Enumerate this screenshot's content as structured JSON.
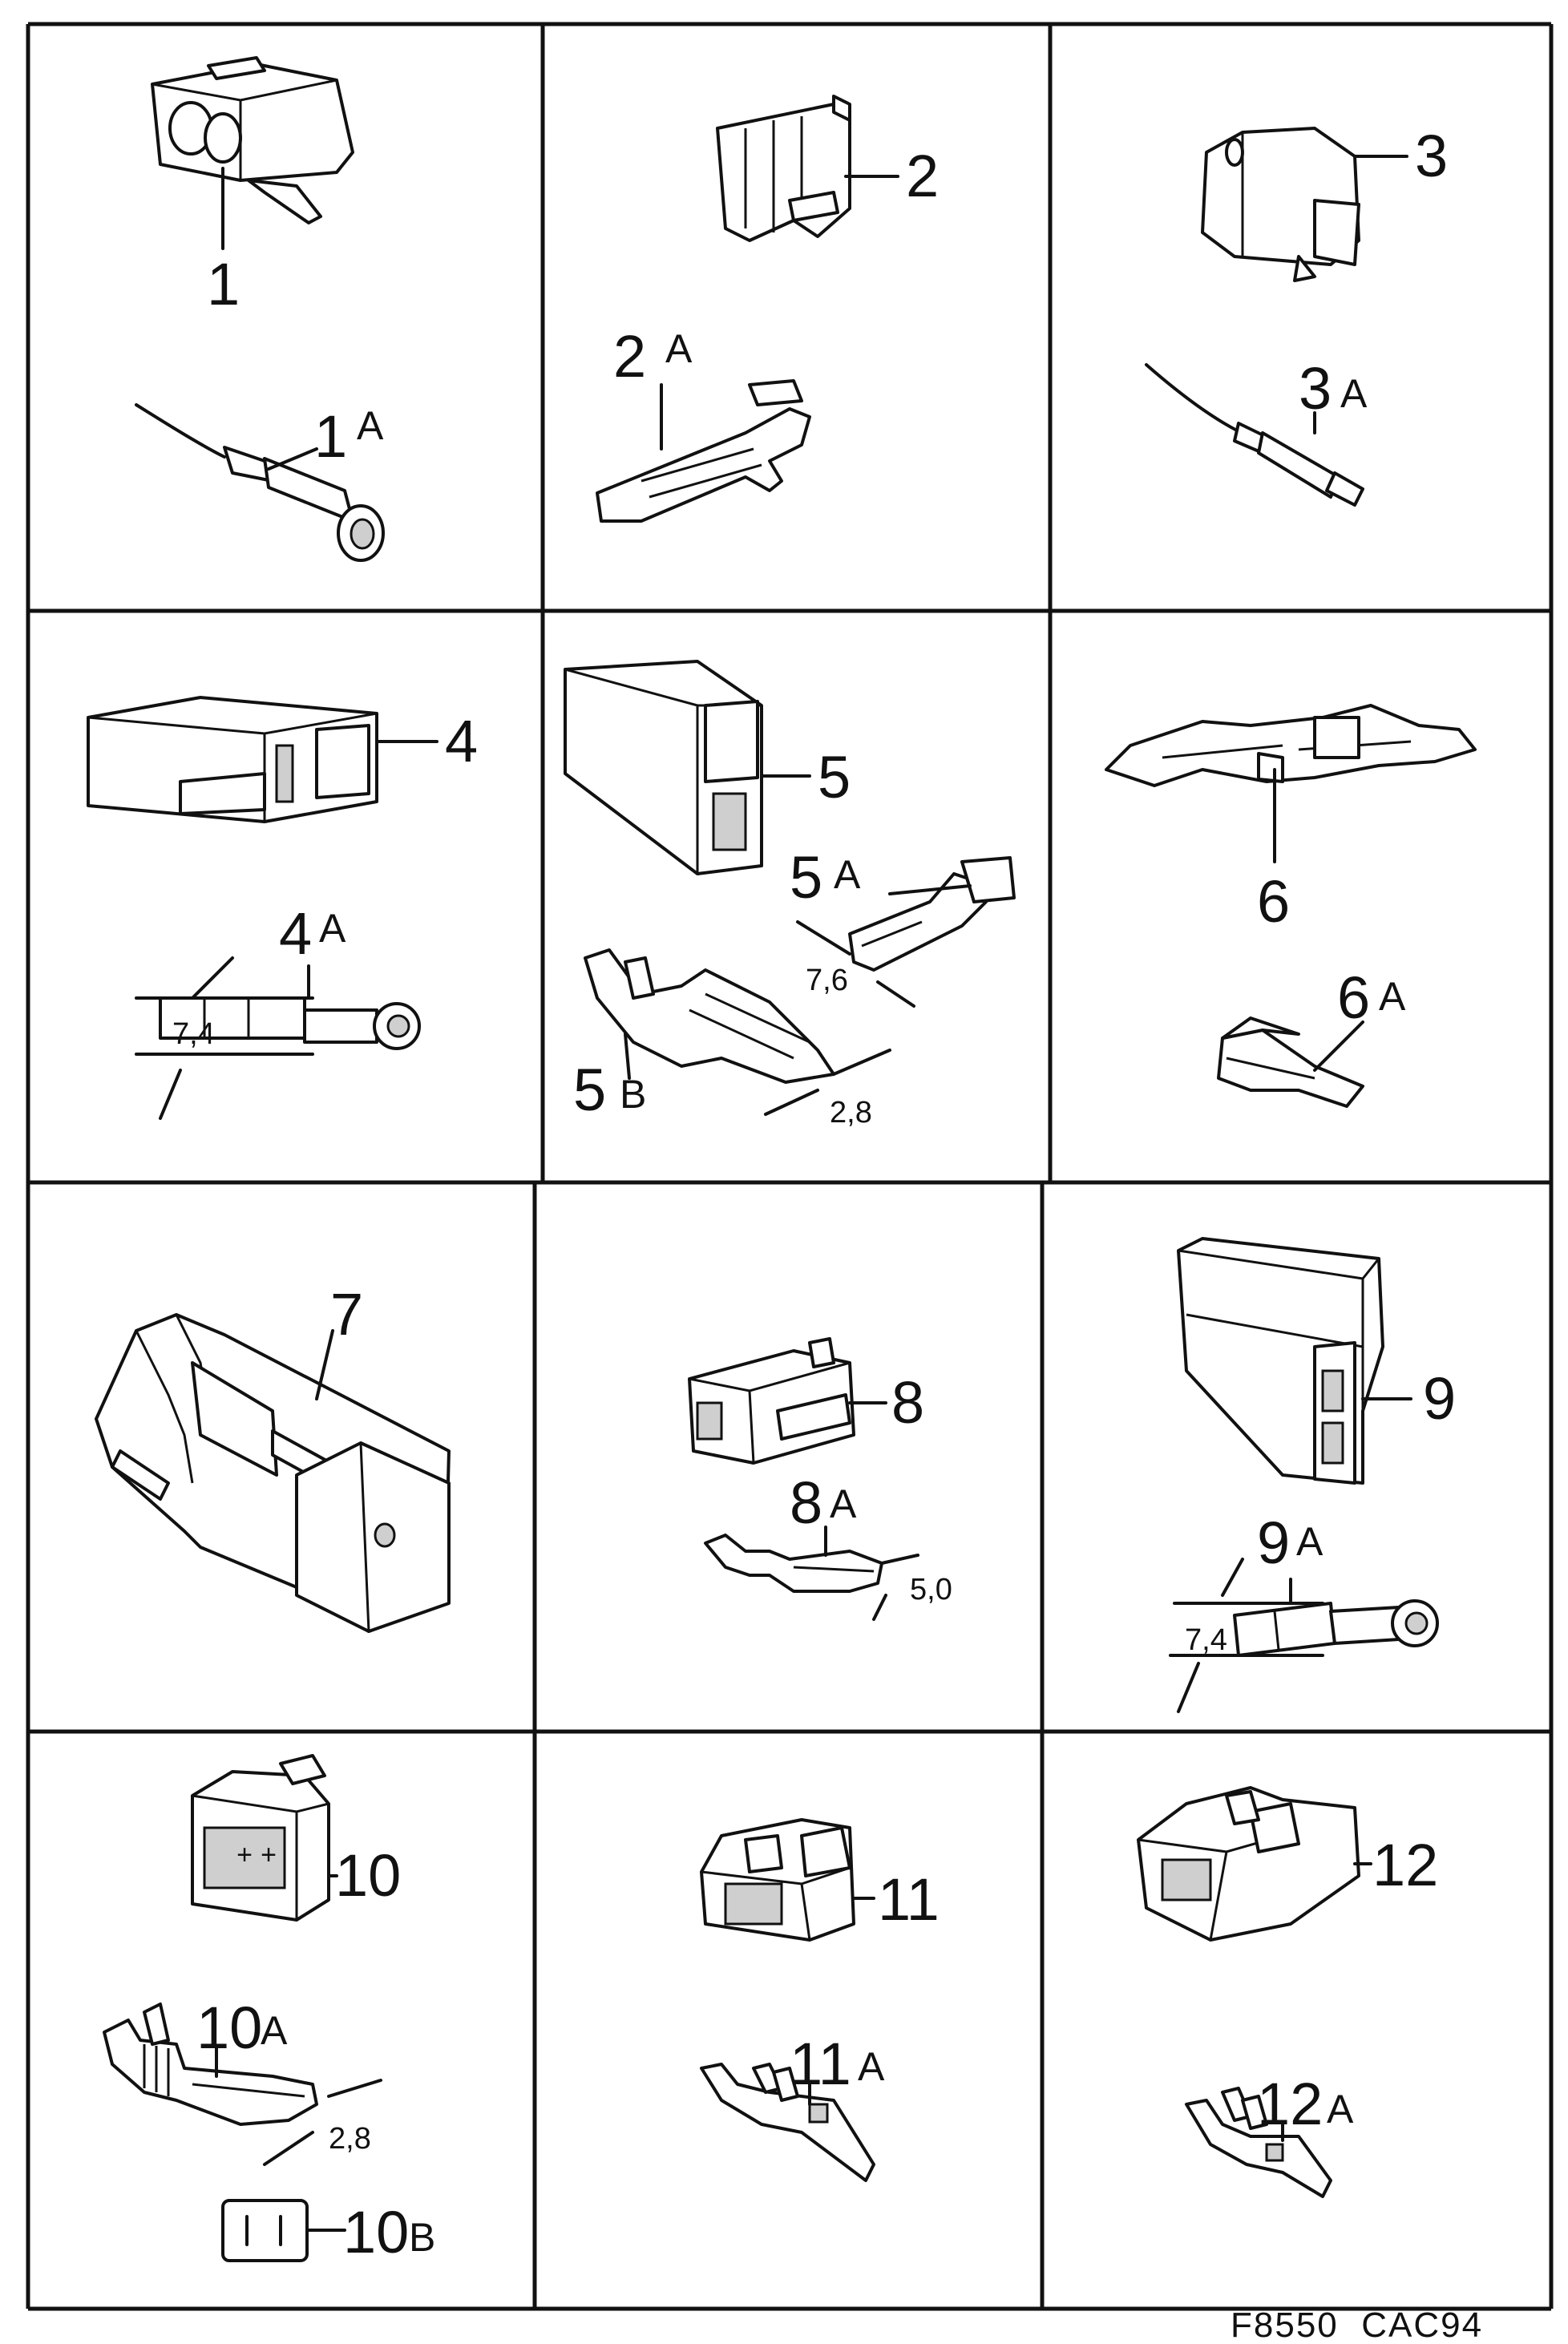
{
  "footer": {
    "code": "F8550  CAC94"
  },
  "cells": [
    {
      "id": "1",
      "parts": [
        "1",
        "1A"
      ]
    },
    {
      "id": "2",
      "parts": [
        "2",
        "2A"
      ]
    },
    {
      "id": "3",
      "parts": [
        "3",
        "3A"
      ]
    },
    {
      "id": "4",
      "parts": [
        "4",
        "4A"
      ],
      "dims": [
        "7,4"
      ]
    },
    {
      "id": "5",
      "parts": [
        "5",
        "5A",
        "5B"
      ],
      "dims": [
        "7,6",
        "2,8"
      ]
    },
    {
      "id": "6",
      "parts": [
        "6",
        "6A"
      ]
    },
    {
      "id": "7",
      "parts": [
        "7"
      ]
    },
    {
      "id": "8",
      "parts": [
        "8",
        "8A"
      ],
      "dims": [
        "5,0"
      ]
    },
    {
      "id": "9",
      "parts": [
        "9",
        "9A"
      ],
      "dims": [
        "7,4"
      ]
    },
    {
      "id": "10",
      "parts": [
        "10",
        "10A",
        "10B"
      ],
      "dims": [
        "2,8"
      ]
    },
    {
      "id": "11",
      "parts": [
        "11",
        "11A"
      ]
    },
    {
      "id": "12",
      "parts": [
        "12",
        "12A"
      ]
    }
  ],
  "labels": {
    "n1": "1",
    "n1a": "1",
    "s1a": "A",
    "n2": "2",
    "n2a": "2",
    "s2a": "A",
    "n3": "3",
    "n3a": "3",
    "s3a": "A",
    "n4": "4",
    "n4a": "4",
    "s4a": "A",
    "d4": "7,4",
    "n5": "5",
    "n5a": "5",
    "s5a": "A",
    "n5b": "5",
    "s5b": "B",
    "d5a": "7,6",
    "d5b": "2,8",
    "n6": "6",
    "n6a": "6",
    "s6a": "A",
    "n7": "7",
    "n8": "8",
    "n8a": "8",
    "s8a": "A",
    "d8": "5,0",
    "n9": "9",
    "n9a": "9",
    "s9a": "A",
    "d9": "7,4",
    "n10": "10",
    "n10a": "10",
    "s10a": "A",
    "n10b": "10",
    "s10b": "B",
    "d10": "2,8",
    "n11": "11",
    "n11a": "11",
    "s11a": "A",
    "n12": "12",
    "n12a": "12",
    "s12a": "A"
  },
  "icons": [
    "connector-housing-icon",
    "terminal-pin-icon",
    "blade-terminal-icon",
    "arrow-icon"
  ]
}
